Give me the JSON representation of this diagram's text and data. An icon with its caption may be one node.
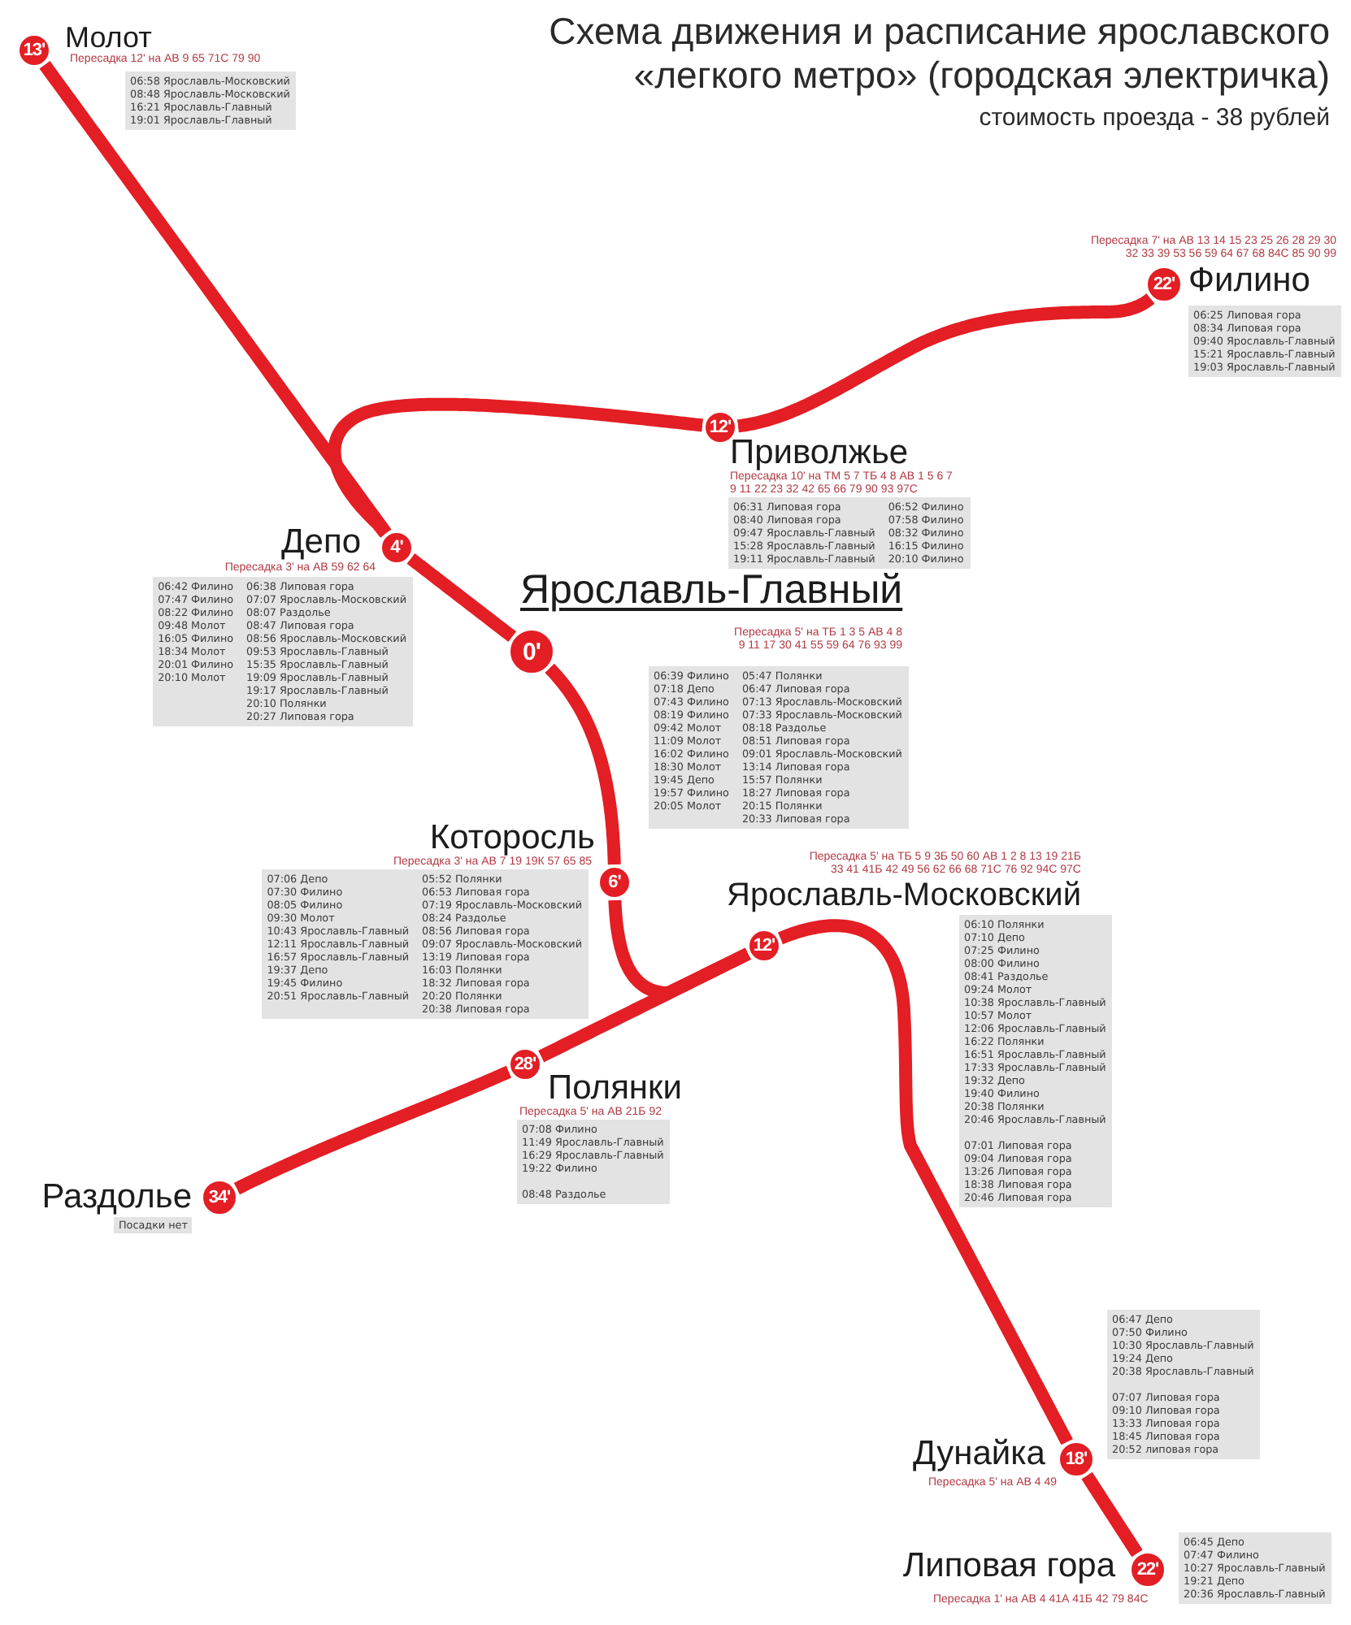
{
  "diagram": {
    "title": "Схема движения и расписание ярославского «легкого метро» (городская электричка)",
    "nodes": [
      {
        "text": [
          "13'"
        ],
        "beside": [
          "Молот",
          "Пересадка 12' на АВ 9 65 71С 79 90"
        ]
      },
      {
        "text": [
          "06:58 Ярославль-Московский",
          "08:48 Ярославль-Московский",
          "16:21 Ярославль-Главный",
          "19:01 Ярославль-Главный"
        ]
      },
      {
        "text": [
          "22'"
        ],
        "beside": [
          "Пересадка 7' на АВ 13 14 15 23 25 26 28 29 30 32 33 39 53 56 59 64 67 68 84С 85 90 99",
          "Филино"
        ]
      },
      {
        "text": [
          "06:25 Липовая гора",
          "08:34 Липовая гора",
          "09:40 Ярославль-Главный",
          "15:21 Ярославль-Главный",
          "19:03 Ярославль-Главный"
        ]
      },
      {
        "text": [
          "12'"
        ],
        "beside": [
          "Приволжье",
          "Пересадка 10' на ТМ 5 7 ТБ 4 8 АВ 1 5 6 7 9 11 22 23 32 42 65 66 79 90 93 97С"
        ]
      },
      {
        "text": [
          "06:31 Липовая гора",
          "08:40 Липовая гора",
          "09:47 Ярославль-Главный",
          "15:28 Ярославль-Главный",
          "19:11 Ярославль-Главный",
          "06:52 Филино",
          "07:58 Филино",
          "08:32 Филино",
          "16:15 Филино",
          "20:10 Филино"
        ]
      },
      {
        "text": [
          "4'"
        ],
        "beside": [
          "Депо",
          "Пересадка 3' на АВ 59 62 64"
        ]
      },
      {
        "text": [
          "06:42 Филино",
          "07:47 Филино",
          "08:22 Филино",
          "09:48 Молот",
          "16:05 Филино",
          "18:34 Молот",
          "20:01 Филино",
          "20:10 Молот",
          "06:38 Липовая гора",
          "07:07 Ярославль-Московский",
          "08:07 Раздолье",
          "08:47 Липовая гора",
          "08:56 Ярославль-Московский",
          "09:53 Ярославль-Главный",
          "15:35 Ярославль-Главный",
          "19:09 Ярославль-Главный",
          "19:17 Ярославль-Главный",
          "20:10 Полянки",
          "20:27 Липовая гора"
        ]
      },
      {
        "text": [
          "0'"
        ],
        "beside": [
          "Ярославль-Главный",
          "Пересадка 5' на ТБ 1 3 5 АВ 4 8 9 11 17 30 41 55 59 64 76 93 99"
        ]
      },
      {
        "text": [
          "06:39 Филино",
          "07:18 Депо",
          "07:43 Филино",
          "08:19 Филино",
          "09:42 Молот",
          "11:09 Молот",
          "16:02 Филино",
          "18:30 Молот",
          "19:45 Депо",
          "19:57 Филино",
          "20:05 Молот",
          "05:47 Полянки",
          "06:47 Липовая гора",
          "07:13 Ярославль-Московский",
          "07:33 Ярославль-Московский",
          "08:18 Раздолье",
          "08:51 Липовая гора",
          "09:01 Ярославль-Московский",
          "13:14 Липовая гора",
          "15:57 Полянки",
          "18:27 Липовая гора",
          "20:15 Полянки",
          "20:33 Липовая гора"
        ]
      },
      {
        "text": [
          "6'"
        ],
        "beside": [
          "Которосль",
          "Пересадка 3' на АВ 7 19 19К 57 65 85"
        ]
      },
      {
        "text": [
          "07:06 Депо",
          "07:30 Филино",
          "08:05 Филино",
          "09:30 Молот",
          "10:43 Ярославль-Главный",
          "12:11 Ярославль-Главный",
          "16:57 Ярославль-Главный",
          "19:37 Депо",
          "19:45 Филино",
          "20:51 Ярославль-Главный",
          "05:52 Полянки",
          "06:53 Липовая гора",
          "07:19 Ярославль-Московский",
          "08:24 Раздолье",
          "08:56 Липовая гора",
          "09:07 Ярославль-Московский",
          "13:19 Липовая гора",
          "16:03 Полянки",
          "18:32 Липовая гора",
          "20:20 Полянки",
          "20:38 Липовая гора"
        ]
      },
      {
        "text": [
          "12'"
        ],
        "beside": [
          "Пересадка 5' на ТБ 5 9 3Б 50 60 АВ 1 2 8 13 19 21Б 33 41 41Б 42 49 56 62 66 68 71С 76 92 94С 97С",
          "Ярославль-Московский"
        ]
      },
      {
        "text": [
          "06:10 Полянки",
          "07:10 Депо",
          "07:25 Филино",
          "08:00 Филино",
          "08:41 Раздолье",
          "09:24 Молот",
          "10:38 Ярославль-Главный",
          "10:57 Молот",
          "12:06 Ярославль-Главный",
          "16:22 Полянки",
          "16:51 Ярославль-Главный",
          "17:33 Ярославль-Главный",
          "19:32 Депо",
          "19:40 Филино",
          "20:38 Полянки",
          "20:46 Ярославль-Главный",
          "07:01 Липовая гора",
          "09:04 Липовая гора",
          "13:26 Липовая гора",
          "18:38 Липовая гора",
          "20:46 Липовая гора"
        ]
      },
      {
        "text": [
          "28'"
        ],
        "beside": [
          "Полянки",
          "Пересадка 5' на АВ 21Б 92"
        ]
      },
      {
        "text": [
          "07:08 Филино",
          "11:49 Ярославль-Главный",
          "16:29 Ярославль-Главный",
          "19:22 Филино",
          "08:48 Раздолье"
        ]
      },
      {
        "text": [
          "34'"
        ],
        "beside": [
          "Раздолье"
        ]
      },
      {
        "text": [
          "Посадки нет"
        ]
      },
      {
        "text": [
          "06:47 Депо",
          "07:50 Филино",
          "10:30 Ярославль-Главный",
          "19:24 Депо",
          "20:38 Ярославль-Главный",
          "07:07 Липовая гора",
          "09:10 Липовая гора",
          "13:33 Липовая гора",
          "18:45 Липовая гора",
          "20:52 липовая гора"
        ]
      },
      {
        "text": [
          "18'"
        ],
        "beside": [
          "Дунайка",
          "Пересадка 5' на АВ 4 49"
        ]
      },
      {
        "text": [
          "06:45 Депо",
          "07:47 Филино",
          "10:27 Ярославль-Главный",
          "19:21 Депо",
          "20:36 Ярославль-Главный"
        ]
      },
      {
        "text": [
          "22'"
        ],
        "beside": [
          "Липовая гора",
          "Пересадка 1' на АВ 4 41А 41Б 42 79 84С"
        ]
      }
    ],
    "edges": [
      {
        "from": 0,
        "to": 6,
        "arrow": "none"
      },
      {
        "from": 4,
        "to": 6,
        "arrow": "none"
      },
      {
        "from": 4,
        "to": 2,
        "arrow": "none"
      },
      {
        "from": 6,
        "to": 8,
        "arrow": "none"
      },
      {
        "from": 8,
        "to": 10,
        "arrow": "none"
      },
      {
        "from": 10,
        "to": 12,
        "arrow": "none"
      },
      {
        "from": 14,
        "to": 12,
        "arrow": "none"
      },
      {
        "from": 16,
        "to": 14,
        "arrow": "none"
      },
      {
        "from": 12,
        "to": 19,
        "arrow": "none"
      },
      {
        "from": 19,
        "to": 21,
        "arrow": "none"
      }
    ],
    "labels": [
      "стоимость проезда - 38 рублей"
    ]
  }
}
